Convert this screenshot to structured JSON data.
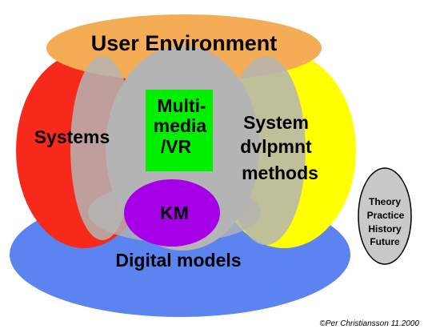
{
  "labels": {
    "user_environment": "User Environment",
    "systems": "Systems",
    "multimedia": [
      "Multi-",
      "media",
      "/VR"
    ],
    "system_dev": [
      "System",
      "dvlpmnt",
      "methods"
    ],
    "km": "KM",
    "digital_models": "Digital models"
  },
  "legend": [
    "Theory",
    "Practice",
    "History",
    "Future"
  ],
  "credit": "©Per Christiansson 11.2000",
  "colors": {
    "user_environment": "#f4ad55",
    "systems": "#f6291a",
    "system_dev": "#ffff00",
    "digital_models": "#5b84f0",
    "multimedia": "#00f000",
    "km": "#a500e6",
    "overlap_gray": "#b4b4b4",
    "legend_fill": "#c9c9c9"
  }
}
